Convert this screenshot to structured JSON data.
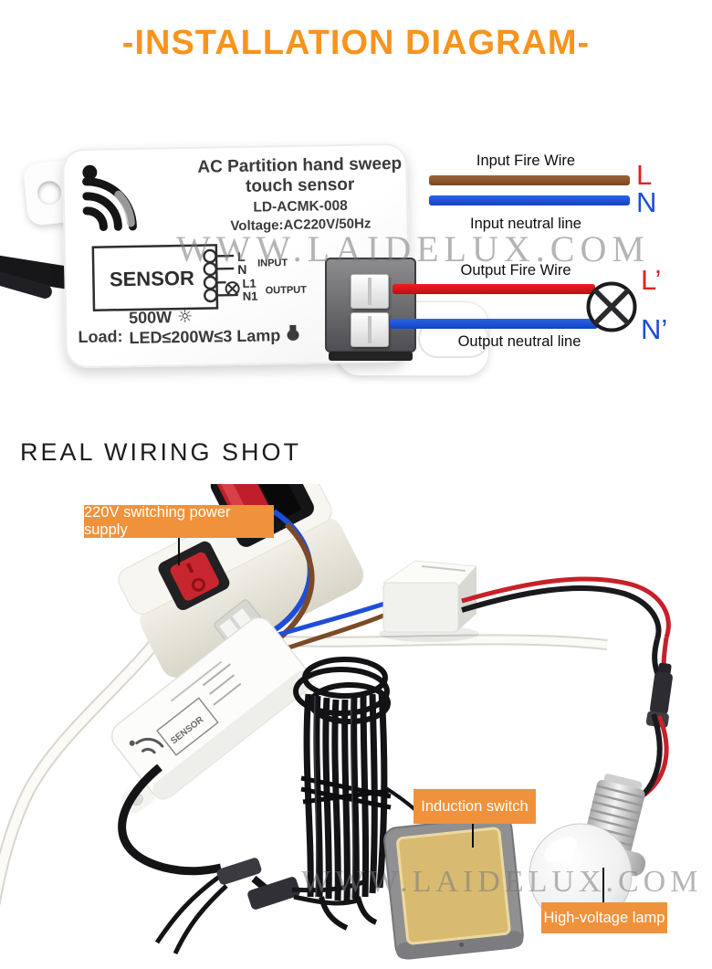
{
  "title": "-INSTALLATION DIAGRAM-",
  "diagram": {
    "device": {
      "name_line1": "AC Partition hand sweep",
      "name_line2": "touch sensor",
      "model": "LD-ACMK-008",
      "voltage": "Voltage:AC220V/50Hz",
      "sensor": "SENSOR",
      "pin_l": "L",
      "pin_n": "N",
      "pin_l1": "L1",
      "pin_n1": "N1",
      "input": "INPUT",
      "output": "OUTPUT",
      "load_label": "Load:",
      "load_power": "500W",
      "load_led": "LED≤200W≤3 Lamp"
    },
    "wires": {
      "input_fire_label": "Input Fire Wire",
      "input_neutral_label": "Input neutral line",
      "output_fire_label": "Output Fire Wire",
      "output_neutral_label": "Output neutral line",
      "terminal_l": "L",
      "terminal_n": "N",
      "terminal_l_prime": "L’",
      "terminal_n_prime": "N’"
    },
    "watermark": "WWW.LAIDELUX.COM"
  },
  "photo": {
    "heading": "REAL WIRING SHOT",
    "labels": {
      "power_supply": "220V switching power supply",
      "induction_switch": "Induction switch",
      "lamp": "High-voltage lamp"
    },
    "watermark": "WWW.LAIDELUX.COM"
  },
  "icons": {
    "sun": "☼"
  },
  "colors": {
    "title_orange": "#F7941E",
    "label_orange": "#F0923B",
    "fire_wire_brown": "#8B572E",
    "neutral_blue": "#1A55DE",
    "output_red": "#DE1218",
    "letter_red": "#E3231F",
    "letter_blue": "#1C4FD1"
  }
}
